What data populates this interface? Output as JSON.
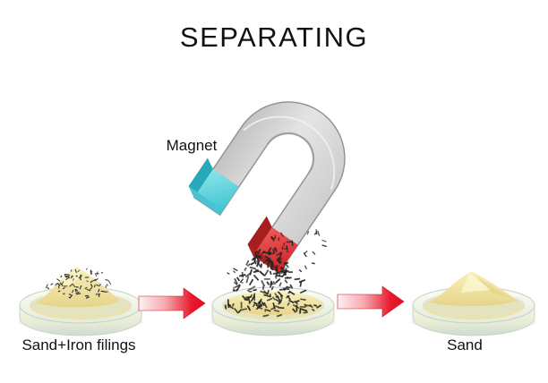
{
  "title": "SEPARATING",
  "scene": {
    "magnet_label": "Magnet",
    "dishes": [
      {
        "id": "mixture",
        "label": "Sand+Iron filings",
        "contents": "sand with iron filings"
      },
      {
        "id": "separating",
        "label": "",
        "contents": "sand with iron filings being pulled up by magnet"
      },
      {
        "id": "sand",
        "label": "Sand",
        "contents": "clean sand"
      }
    ]
  },
  "colors": {
    "background": "#ffffff",
    "text": "#111111",
    "magnet_body": "#d6d6d6",
    "magnet_edge": "#8f8f8f",
    "pole_cyan": "#55d2de",
    "pole_cyan_dark": "#27a9ba",
    "pole_red": "#e23b3e",
    "pole_red_dark": "#a81d20",
    "arrow_red": "#e8192c",
    "sand": "#f0e5a3",
    "sand_highlight": "#faf4cb",
    "sand_shadow": "#dcc983",
    "dish_rim": "#f7f9ee",
    "dish_wall": "#dde6d6",
    "iron_filings": "#262626"
  }
}
